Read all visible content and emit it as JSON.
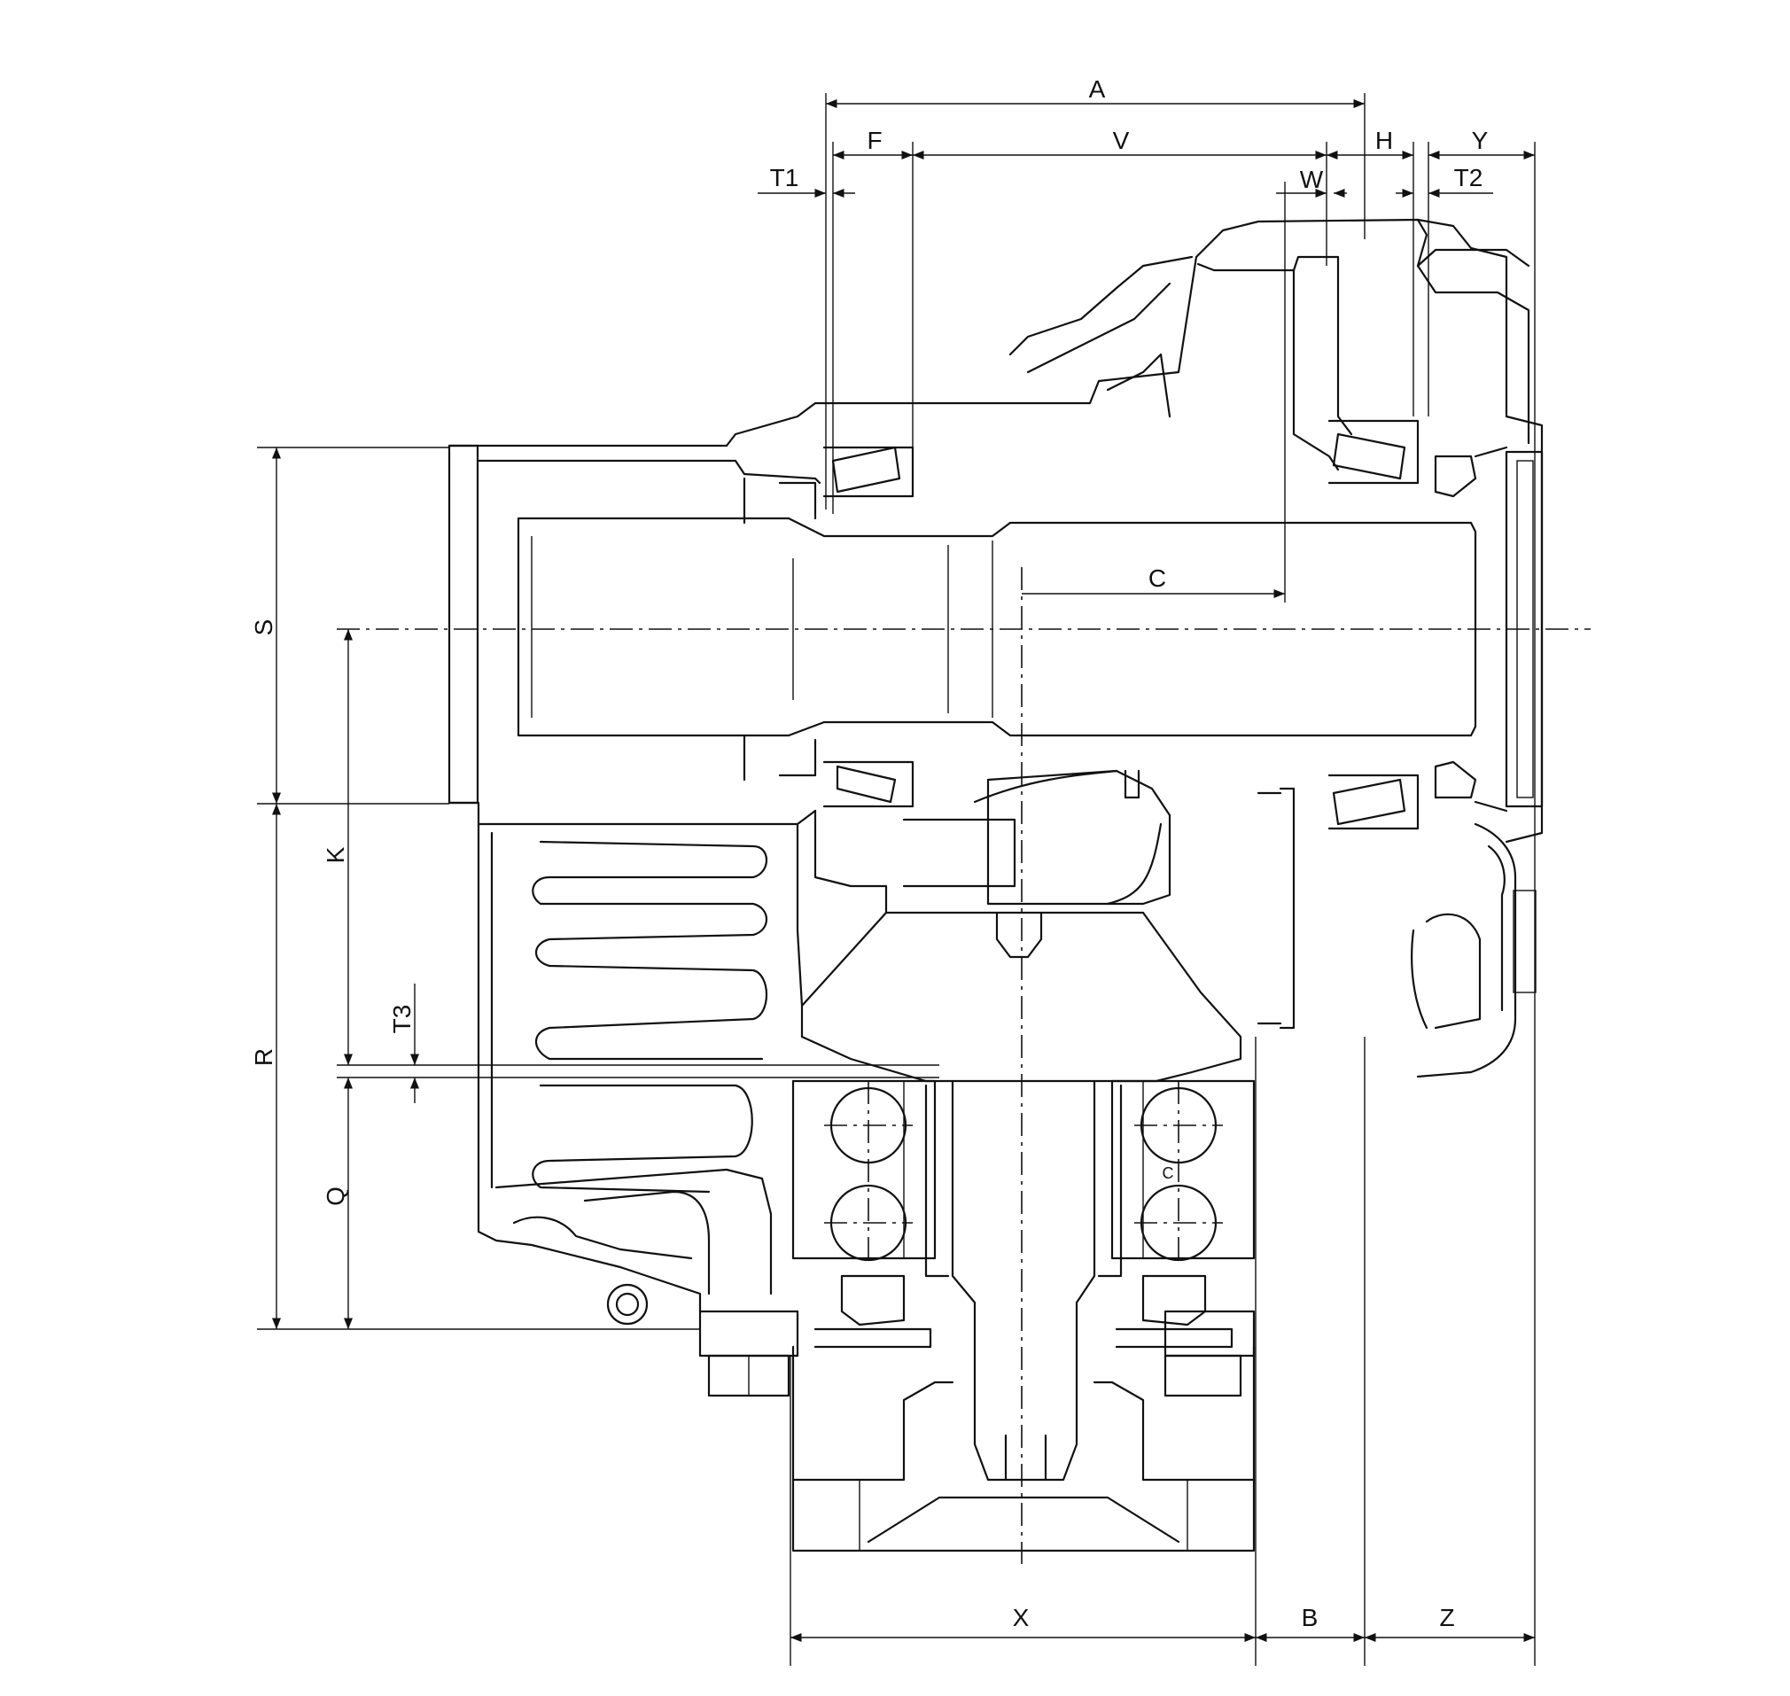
{
  "diagram": {
    "dimension_labels": {
      "A": "A",
      "F": "F",
      "V": "V",
      "H": "H",
      "Y": "Y",
      "T1": "T1",
      "W": "W",
      "T2": "T2",
      "C": "C",
      "S": "S",
      "K": "K",
      "T3": "T3",
      "R": "R",
      "Q": "Q",
      "X": "X",
      "B": "B",
      "Z": "Z"
    },
    "inner_mark": "C"
  }
}
